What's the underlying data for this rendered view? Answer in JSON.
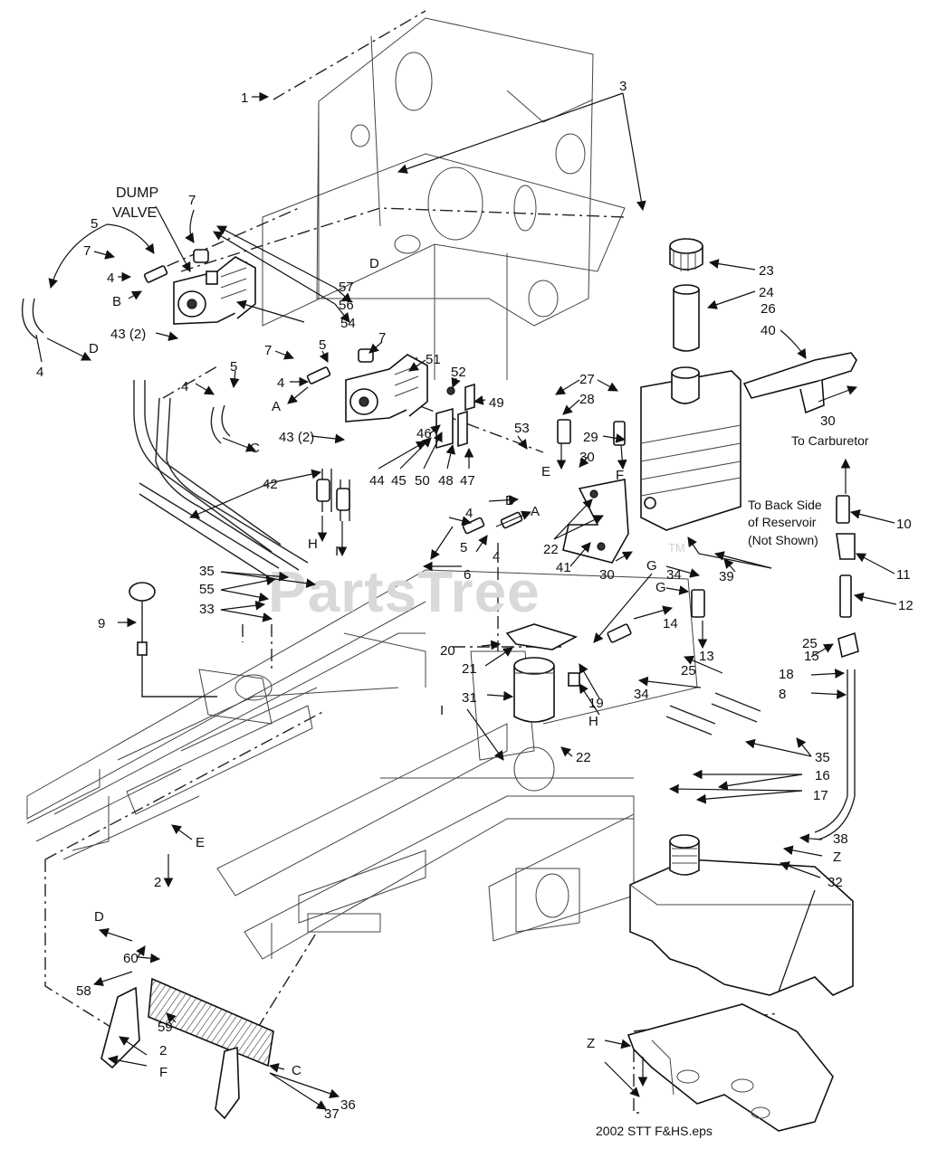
{
  "watermark": {
    "text": "PartsTree",
    "tm": "TM"
  },
  "labels": {
    "dump_valve_line1": "DUMP",
    "dump_valve_line2": "VALVE",
    "to_carburetor": "To Carburetor",
    "back_side_line1": "To Back Side",
    "back_side_line2": "of Reservoir",
    "back_side_line3": "(Not Shown)"
  },
  "footer": {
    "file_name": "2002 STT F&HS.eps"
  },
  "callouts": [
    {
      "text": "1"
    },
    {
      "text": "3"
    },
    {
      "text": "7"
    },
    {
      "text": "5"
    },
    {
      "text": "7"
    },
    {
      "text": "4"
    },
    {
      "text": "B"
    },
    {
      "text": "4"
    },
    {
      "text": "D"
    },
    {
      "text": "43 (2)"
    },
    {
      "text": "57"
    },
    {
      "text": "56"
    },
    {
      "text": "54"
    },
    {
      "text": "D"
    },
    {
      "text": "7"
    },
    {
      "text": "5"
    },
    {
      "text": "7"
    },
    {
      "text": "4"
    },
    {
      "text": "A"
    },
    {
      "text": "5"
    },
    {
      "text": "4"
    },
    {
      "text": "C"
    },
    {
      "text": "43 (2)"
    },
    {
      "text": "51"
    },
    {
      "text": "52"
    },
    {
      "text": "49"
    },
    {
      "text": "46"
    },
    {
      "text": "44"
    },
    {
      "text": "45"
    },
    {
      "text": "50"
    },
    {
      "text": "48"
    },
    {
      "text": "47"
    },
    {
      "text": "53"
    },
    {
      "text": "27"
    },
    {
      "text": "28"
    },
    {
      "text": "29"
    },
    {
      "text": "E"
    },
    {
      "text": "F"
    },
    {
      "text": "30"
    },
    {
      "text": "23"
    },
    {
      "text": "24"
    },
    {
      "text": "26"
    },
    {
      "text": "40"
    },
    {
      "text": "30"
    },
    {
      "text": "42"
    },
    {
      "text": "H"
    },
    {
      "text": "I"
    },
    {
      "text": "4"
    },
    {
      "text": "B"
    },
    {
      "text": "A"
    },
    {
      "text": "5"
    },
    {
      "text": "4"
    },
    {
      "text": "6"
    },
    {
      "text": "22"
    },
    {
      "text": "41"
    },
    {
      "text": "30"
    },
    {
      "text": "10"
    },
    {
      "text": "11"
    },
    {
      "text": "12"
    },
    {
      "text": "39"
    },
    {
      "text": "34"
    },
    {
      "text": "25"
    },
    {
      "text": "35"
    },
    {
      "text": "55"
    },
    {
      "text": "33"
    },
    {
      "text": "9"
    },
    {
      "text": "G"
    },
    {
      "text": "G"
    },
    {
      "text": "13"
    },
    {
      "text": "14"
    },
    {
      "text": "15"
    },
    {
      "text": "18"
    },
    {
      "text": "8"
    },
    {
      "text": "20"
    },
    {
      "text": "21"
    },
    {
      "text": "31"
    },
    {
      "text": "19"
    },
    {
      "text": "H"
    },
    {
      "text": "I"
    },
    {
      "text": "22"
    },
    {
      "text": "34"
    },
    {
      "text": "25"
    },
    {
      "text": "35"
    },
    {
      "text": "16"
    },
    {
      "text": "17"
    },
    {
      "text": "38"
    },
    {
      "text": "Z"
    },
    {
      "text": "32"
    },
    {
      "text": "E"
    },
    {
      "text": "2"
    },
    {
      "text": "D"
    },
    {
      "text": "60"
    },
    {
      "text": "58"
    },
    {
      "text": "59"
    },
    {
      "text": "2"
    },
    {
      "text": "F"
    },
    {
      "text": "C"
    },
    {
      "text": "36"
    },
    {
      "text": "37"
    },
    {
      "text": "Z"
    }
  ]
}
